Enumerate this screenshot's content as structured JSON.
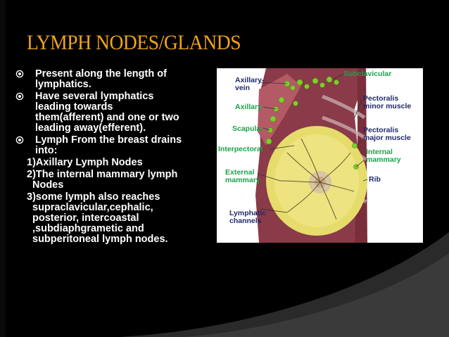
{
  "slide": {
    "title": "LYMPH NODES/GLANDS",
    "bullets": [
      "Present along the length of lymphatics.",
      "Have several lymphatics leading towards them(afferent) and one or two leading away(efferent).",
      "Lymph From the breast drains into:"
    ],
    "bullet_lines": [
      [
        "Present along the length of",
        "lymphatics."
      ],
      [
        "Have several lymphatics",
        "leading towards",
        "them(afferent) and one or two",
        "leading away(efferent)."
      ],
      [
        "Lymph From the breast drains",
        "into:"
      ]
    ],
    "sub_items": [
      {
        "lines": [
          "1)Axillary Lymph Nodes"
        ]
      },
      {
        "lines": [
          "2)The internal mammary lymph",
          "Nodes"
        ]
      },
      {
        "lines": [
          "3)some lymph also reaches",
          "supraclavicular,cephalic,",
          "posterior, intercoastal",
          ",subdiaphgrametic and",
          "subperitoneal lymph nodes."
        ]
      }
    ],
    "colors": {
      "title": "#f0a319",
      "background": "#000000",
      "text": "#ffffff"
    }
  },
  "figure": {
    "labels": {
      "axillary_vein": [
        "Axillary-",
        "vein"
      ],
      "axillary": "Axillary",
      "scapular": "Scapular",
      "interpectoral": "Interpectoral",
      "external_mammary": [
        "External",
        "mammary"
      ],
      "lymphatic_channels": [
        "Lymphatic",
        "channels"
      ],
      "subclavicular": "Subclavicular",
      "pectoralis_minor": [
        "Pectoralis",
        "minor muscle"
      ],
      "pectoralis_major": [
        "Pectoralis",
        "major muscle"
      ],
      "internal_mammary": [
        "Internal",
        "mammary"
      ],
      "rib": "Rib"
    }
  }
}
